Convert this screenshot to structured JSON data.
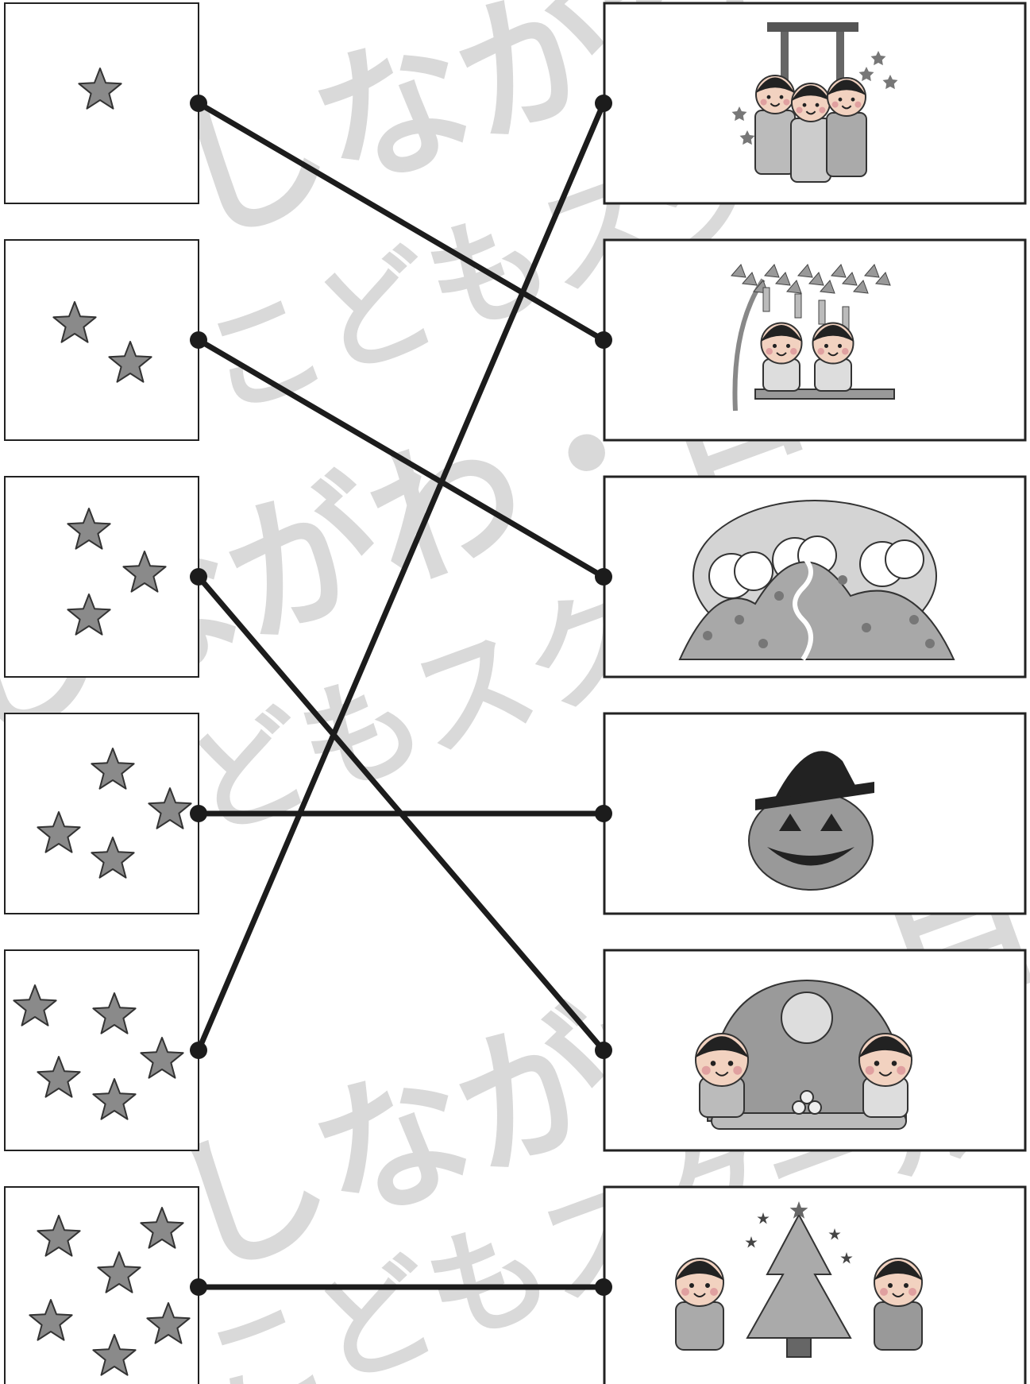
{
  "worksheet": {
    "watermark": [
      "しながわ・目",
      "こどもスクール"
    ],
    "star_counts": [
      1,
      2,
      3,
      4,
      5,
      6
    ],
    "event_pictures": [
      {
        "id": "shichi-go-san",
        "icon": "shrine-children-icon"
      },
      {
        "id": "tanabata",
        "icon": "bamboo-tanabata-icon"
      },
      {
        "id": "mountain-autumn",
        "icon": "mountain-icon"
      },
      {
        "id": "halloween",
        "icon": "jack-o-lantern-icon"
      },
      {
        "id": "tsukimi",
        "icon": "moon-viewing-icon"
      },
      {
        "id": "christmas",
        "icon": "christmas-tree-icon"
      }
    ],
    "connections": [
      [
        1,
        2
      ],
      [
        2,
        3
      ],
      [
        3,
        5
      ],
      [
        4,
        4
      ],
      [
        5,
        1
      ],
      [
        6,
        6
      ]
    ],
    "colors": {
      "line": "#1c1c1c",
      "star": "#8a8a8a",
      "watermark": "#d9d9d9"
    }
  }
}
